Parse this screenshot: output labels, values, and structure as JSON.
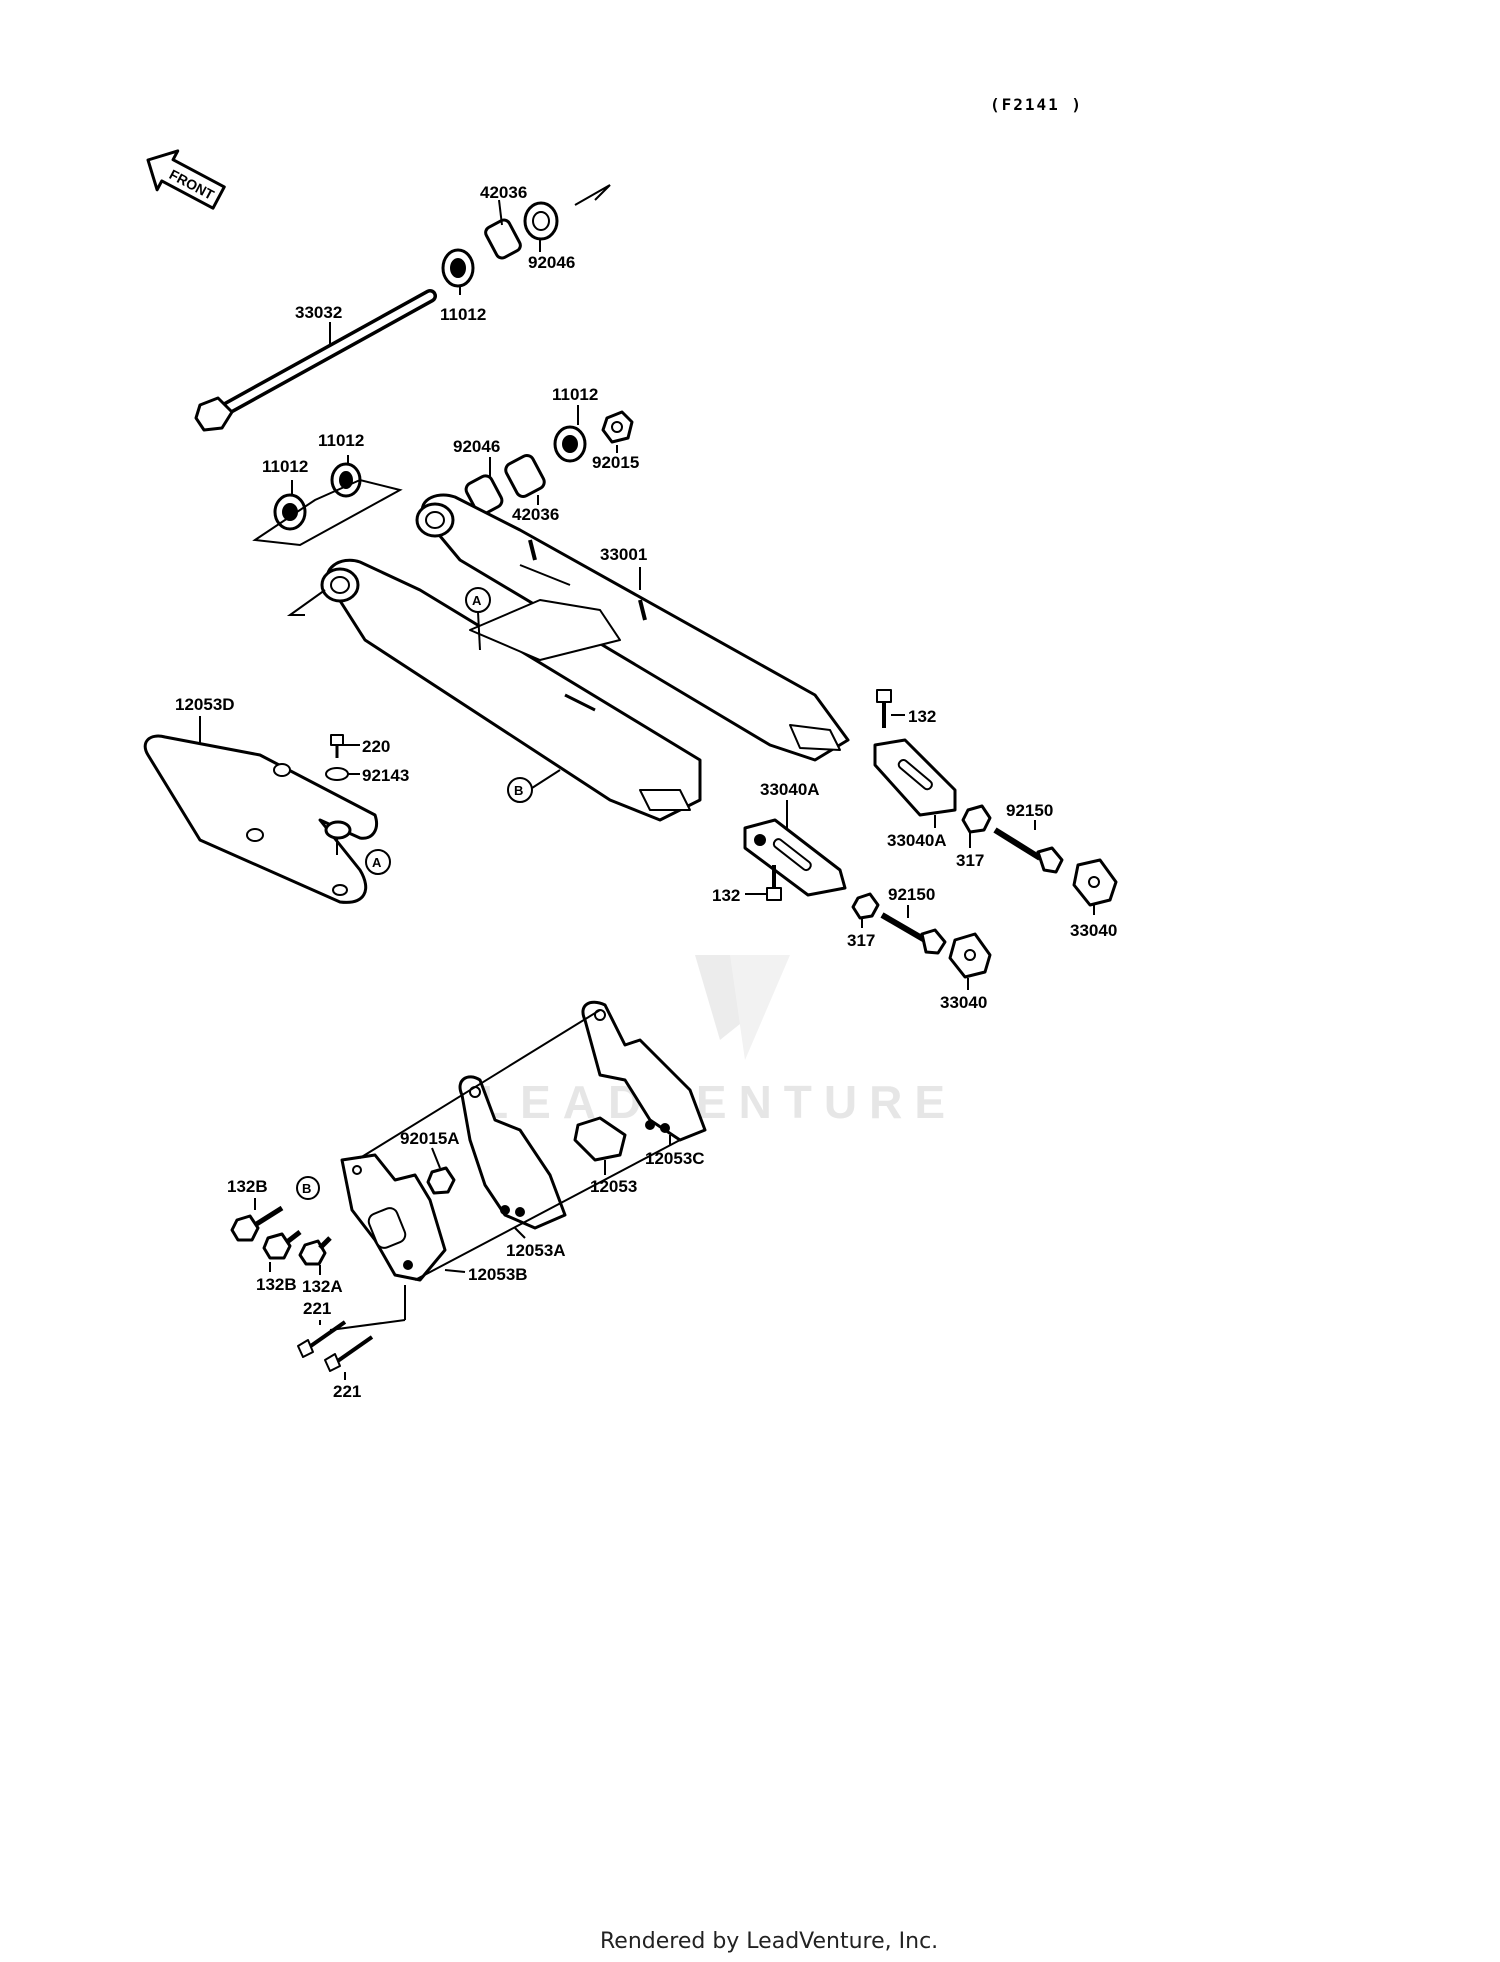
{
  "diagram": {
    "reference_code": "(F2141 )",
    "direction_label": "FRONT",
    "watermark": "LEADVENTURE",
    "footer": "Rendered by LeadVenture, Inc.",
    "callouts": {
      "A": "A",
      "B": "B"
    },
    "labels": {
      "p42036_top": "42036",
      "p92046_top": "92046",
      "p33032": "33032",
      "p11012_top": "11012",
      "p11012_r": "11012",
      "p92015": "92015",
      "p92046_mid": "92046",
      "p42036_mid": "42036",
      "p11012_a": "11012",
      "p11012_b": "11012",
      "p33001": "33001",
      "p12053D": "12053D",
      "p220": "220",
      "p92143": "92143",
      "p132_r": "132",
      "p33040A_top": "33040A",
      "p33040A_r": "33040A",
      "p92150_r": "92150",
      "p317_r": "317",
      "p33040_r": "33040",
      "p132_mid": "132",
      "p317_mid": "317",
      "p92150_mid": "92150",
      "p33040_mid": "33040",
      "p92015A": "92015A",
      "p12053C": "12053C",
      "p12053": "12053",
      "p132B_a": "132B",
      "p132B_b": "132B",
      "p132A": "132A",
      "p12053A": "12053A",
      "p12053B": "12053B",
      "p221_a": "221",
      "p221_b": "221"
    }
  }
}
